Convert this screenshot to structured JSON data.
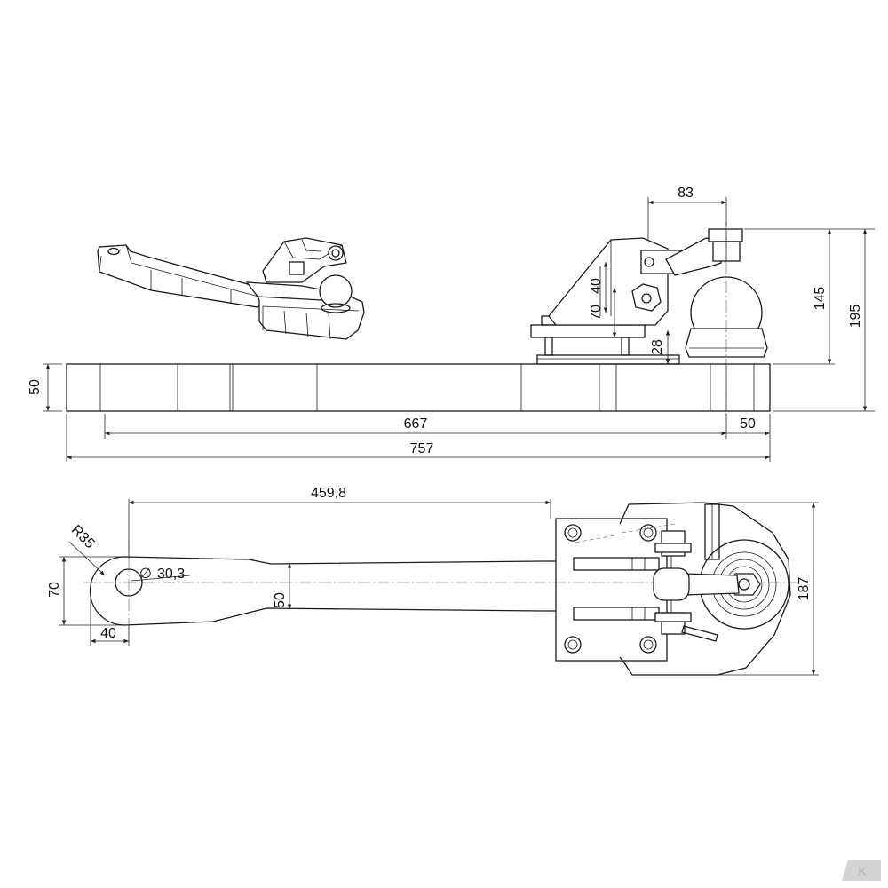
{
  "dimensions": {
    "top_83": "83",
    "top_40": "40",
    "top_70": "70",
    "top_28": "28",
    "top_145": "145",
    "top_195": "195",
    "top_50_height": "50",
    "top_667": "667",
    "top_50_end": "50",
    "top_757": "757",
    "plan_459_8": "459,8",
    "plan_r35": "R35",
    "plan_hole": "30,3",
    "plan_70": "70",
    "plan_40": "40",
    "plan_50": "50",
    "plan_187": "187"
  },
  "symbols": {
    "diameter": "∅"
  },
  "logo": {
    "mark": "K"
  }
}
